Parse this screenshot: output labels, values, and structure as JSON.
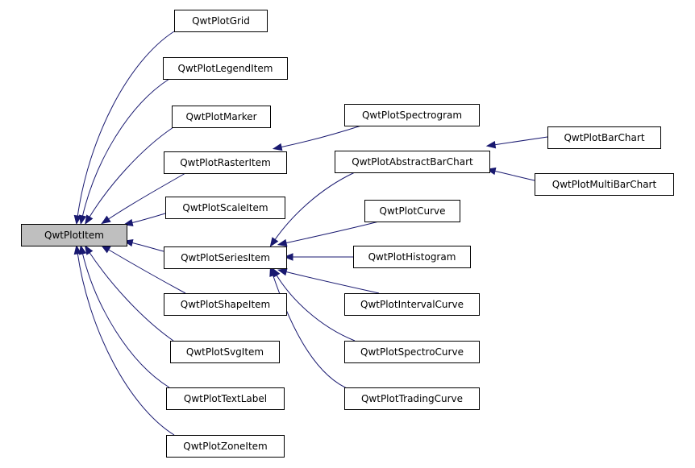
{
  "diagram": {
    "root": "QwtPlotItem",
    "nodes": {
      "QwtPlotItem": "QwtPlotItem",
      "QwtPlotGrid": "QwtPlotGrid",
      "QwtPlotLegendItem": "QwtPlotLegendItem",
      "QwtPlotMarker": "QwtPlotMarker",
      "QwtPlotRasterItem": "QwtPlotRasterItem",
      "QwtPlotScaleItem": "QwtPlotScaleItem",
      "QwtPlotSeriesItem": "QwtPlotSeriesItem",
      "QwtPlotShapeItem": "QwtPlotShapeItem",
      "QwtPlotSvgItem": "QwtPlotSvgItem",
      "QwtPlotTextLabel": "QwtPlotTextLabel",
      "QwtPlotZoneItem": "QwtPlotZoneItem",
      "QwtPlotSpectrogram": "QwtPlotSpectrogram",
      "QwtPlotAbstractBarChart": "QwtPlotAbstractBarChart",
      "QwtPlotCurve": "QwtPlotCurve",
      "QwtPlotHistogram": "QwtPlotHistogram",
      "QwtPlotIntervalCurve": "QwtPlotIntervalCurve",
      "QwtPlotSpectroCurve": "QwtPlotSpectroCurve",
      "QwtPlotTradingCurve": "QwtPlotTradingCurve",
      "QwtPlotBarChart": "QwtPlotBarChart",
      "QwtPlotMultiBarChart": "QwtPlotMultiBarChart"
    },
    "edges": [
      {
        "from": "QwtPlotGrid",
        "to": "QwtPlotItem"
      },
      {
        "from": "QwtPlotLegendItem",
        "to": "QwtPlotItem"
      },
      {
        "from": "QwtPlotMarker",
        "to": "QwtPlotItem"
      },
      {
        "from": "QwtPlotRasterItem",
        "to": "QwtPlotItem"
      },
      {
        "from": "QwtPlotScaleItem",
        "to": "QwtPlotItem"
      },
      {
        "from": "QwtPlotSeriesItem",
        "to": "QwtPlotItem"
      },
      {
        "from": "QwtPlotShapeItem",
        "to": "QwtPlotItem"
      },
      {
        "from": "QwtPlotSvgItem",
        "to": "QwtPlotItem"
      },
      {
        "from": "QwtPlotTextLabel",
        "to": "QwtPlotItem"
      },
      {
        "from": "QwtPlotZoneItem",
        "to": "QwtPlotItem"
      },
      {
        "from": "QwtPlotSpectrogram",
        "to": "QwtPlotRasterItem"
      },
      {
        "from": "QwtPlotAbstractBarChart",
        "to": "QwtPlotSeriesItem"
      },
      {
        "from": "QwtPlotCurve",
        "to": "QwtPlotSeriesItem"
      },
      {
        "from": "QwtPlotHistogram",
        "to": "QwtPlotSeriesItem"
      },
      {
        "from": "QwtPlotIntervalCurve",
        "to": "QwtPlotSeriesItem"
      },
      {
        "from": "QwtPlotSpectroCurve",
        "to": "QwtPlotSeriesItem"
      },
      {
        "from": "QwtPlotTradingCurve",
        "to": "QwtPlotSeriesItem"
      },
      {
        "from": "QwtPlotBarChart",
        "to": "QwtPlotAbstractBarChart"
      },
      {
        "from": "QwtPlotMultiBarChart",
        "to": "QwtPlotAbstractBarChart"
      }
    ],
    "colors": {
      "edge": "#191970",
      "root_fill": "#bfbfbf",
      "node_fill": "#ffffff",
      "node_border": "#000000"
    }
  }
}
